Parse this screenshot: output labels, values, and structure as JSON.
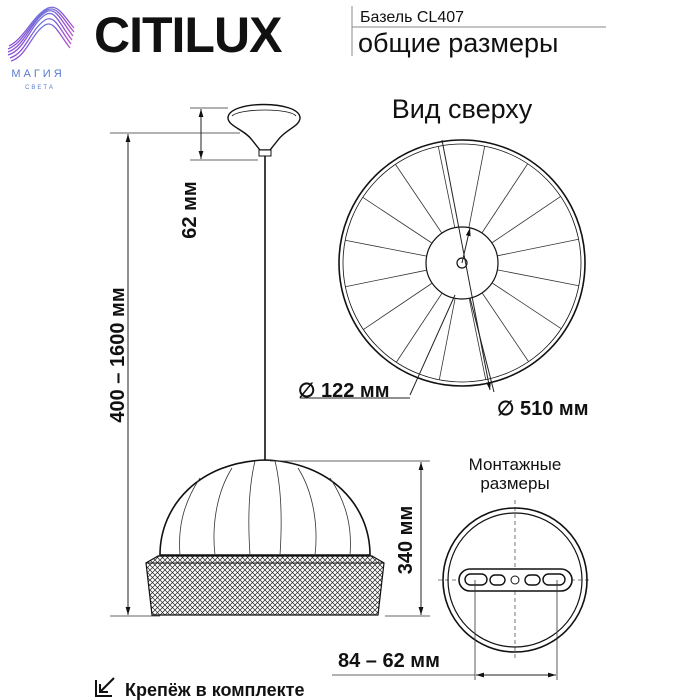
{
  "brand": {
    "logo_text": "CITILUX",
    "sub_logo_line1": "МАГИЯ",
    "sub_logo_line2": "СВЕТА",
    "accent_colors": [
      "#4aa8e0",
      "#8a4fd6",
      "#d05fbf"
    ]
  },
  "header": {
    "model": "Базель CL407",
    "subtitle": "общие размеры"
  },
  "top_view": {
    "title": "Вид сверху",
    "inner_diameter": "∅ 122 мм",
    "outer_diameter": "∅ 510 мм"
  },
  "side_view": {
    "height_range": "400 – 1600 мм",
    "canopy_height": "62 мм",
    "shade_height": "340 мм"
  },
  "mounting": {
    "title_line1": "Монтажные",
    "title_line2": "размеры",
    "hole_spacing": "84 – 62 мм"
  },
  "footer": {
    "note": "Крепёж в комплекте"
  }
}
